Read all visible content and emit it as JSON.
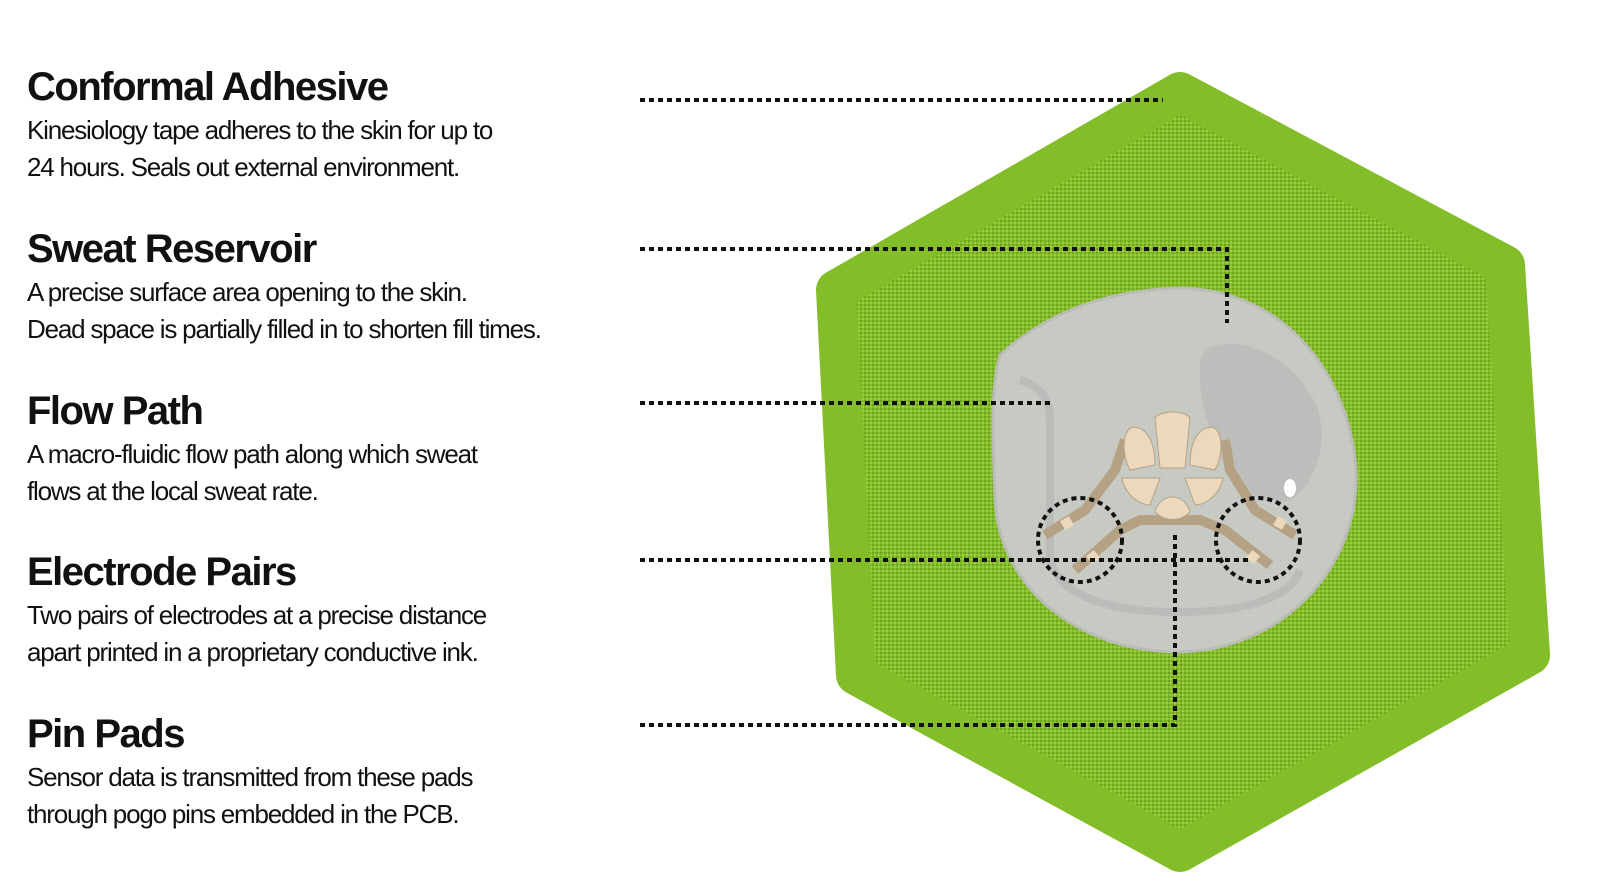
{
  "features": [
    {
      "title": "Conformal Adhesive",
      "lines": [
        "Kinesiology tape adheres to the skin for up to",
        "24 hours. Seals out external environment."
      ]
    },
    {
      "title": "Sweat Reservoir",
      "lines": [
        "A precise surface area opening to the skin.",
        "Dead space is partially filled in to shorten fill times."
      ]
    },
    {
      "title": "Flow Path",
      "lines": [
        "A macro-fluidic flow path along which sweat",
        "flows at the local sweat rate."
      ]
    },
    {
      "title": "Electrode Pairs",
      "lines": [
        "Two pairs of electrodes at a precise distance",
        "apart printed in a proprietary conductive ink."
      ]
    },
    {
      "title": "Pin Pads",
      "lines": [
        "Sensor data is transmitted from these pads",
        "through pogo pins embedded in the PCB."
      ]
    }
  ],
  "colors": {
    "adhesive": "#84bd2a",
    "dome": "#c9c9c9",
    "pads": "#ecd9bd",
    "traces": "#b5a183",
    "leader": "#111111"
  }
}
